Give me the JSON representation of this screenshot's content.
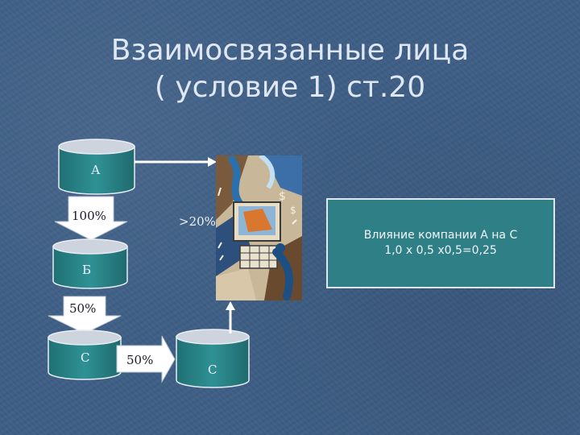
{
  "title": {
    "line1": "Взаимосвязанные лица",
    "line2": "( условие 1) ст.20"
  },
  "nodes": {
    "a": "А",
    "b": "Б",
    "c_left": "С",
    "c_right": "С"
  },
  "arrows": {
    "a_to_b_pct": "100%",
    "b_to_c_pct": "50%",
    "c_to_c_pct": "50%",
    "to_picture_pct": ">20%"
  },
  "info": {
    "line1": "Влияние компании А на С",
    "line2": "1,0 х 0,5 х0,5=0,25"
  },
  "colors": {
    "cylinder": "#2e8b8e",
    "cylinder_top": "#cdd4de",
    "arrow_fill": "#ffffff",
    "info_box": "#2f7f87"
  },
  "picture_icon": "businessman-computer-clipart"
}
